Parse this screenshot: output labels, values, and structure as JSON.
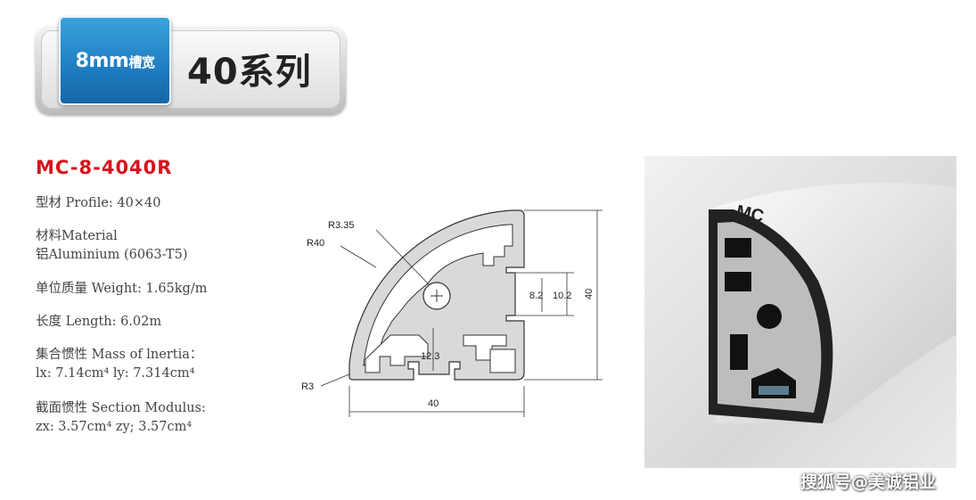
{
  "banner": {
    "slot_size": "8mm",
    "slot_label": "槽宽",
    "series": "40系列"
  },
  "product": {
    "model": "MC-8-4040R",
    "specs": [
      {
        "line1": "型材 Profile: 40×40"
      },
      {
        "line1": "材料Material",
        "line2": "铝Aluminium (6063-T5)"
      },
      {
        "line1": "单位质量 Weight: 1.65kg/m"
      },
      {
        "line1": "长度 Length: 6.02m"
      },
      {
        "line1": "集合惯性 Mass of lnertia：",
        "line2": "lx: 7.14cm⁴  ly: 7.314cm⁴"
      },
      {
        "line1": "截面惯性 Section Modulus:",
        "line2": "zx: 3.57cm⁴  zy; 3.57cm⁴"
      }
    ]
  },
  "drawing": {
    "labels": {
      "r335": "R3.35",
      "r40": "R40",
      "r3": "R3",
      "d12_3": "12.3",
      "d8_2": "8.2",
      "d10_2": "10.2",
      "width": "40",
      "height": "40"
    }
  },
  "photo": {
    "engraving": "MC"
  },
  "watermark": "搜狐号@美诚铝业",
  "colors": {
    "brand_red": "#d8131b",
    "tab_blue": "#1f7cc0"
  }
}
